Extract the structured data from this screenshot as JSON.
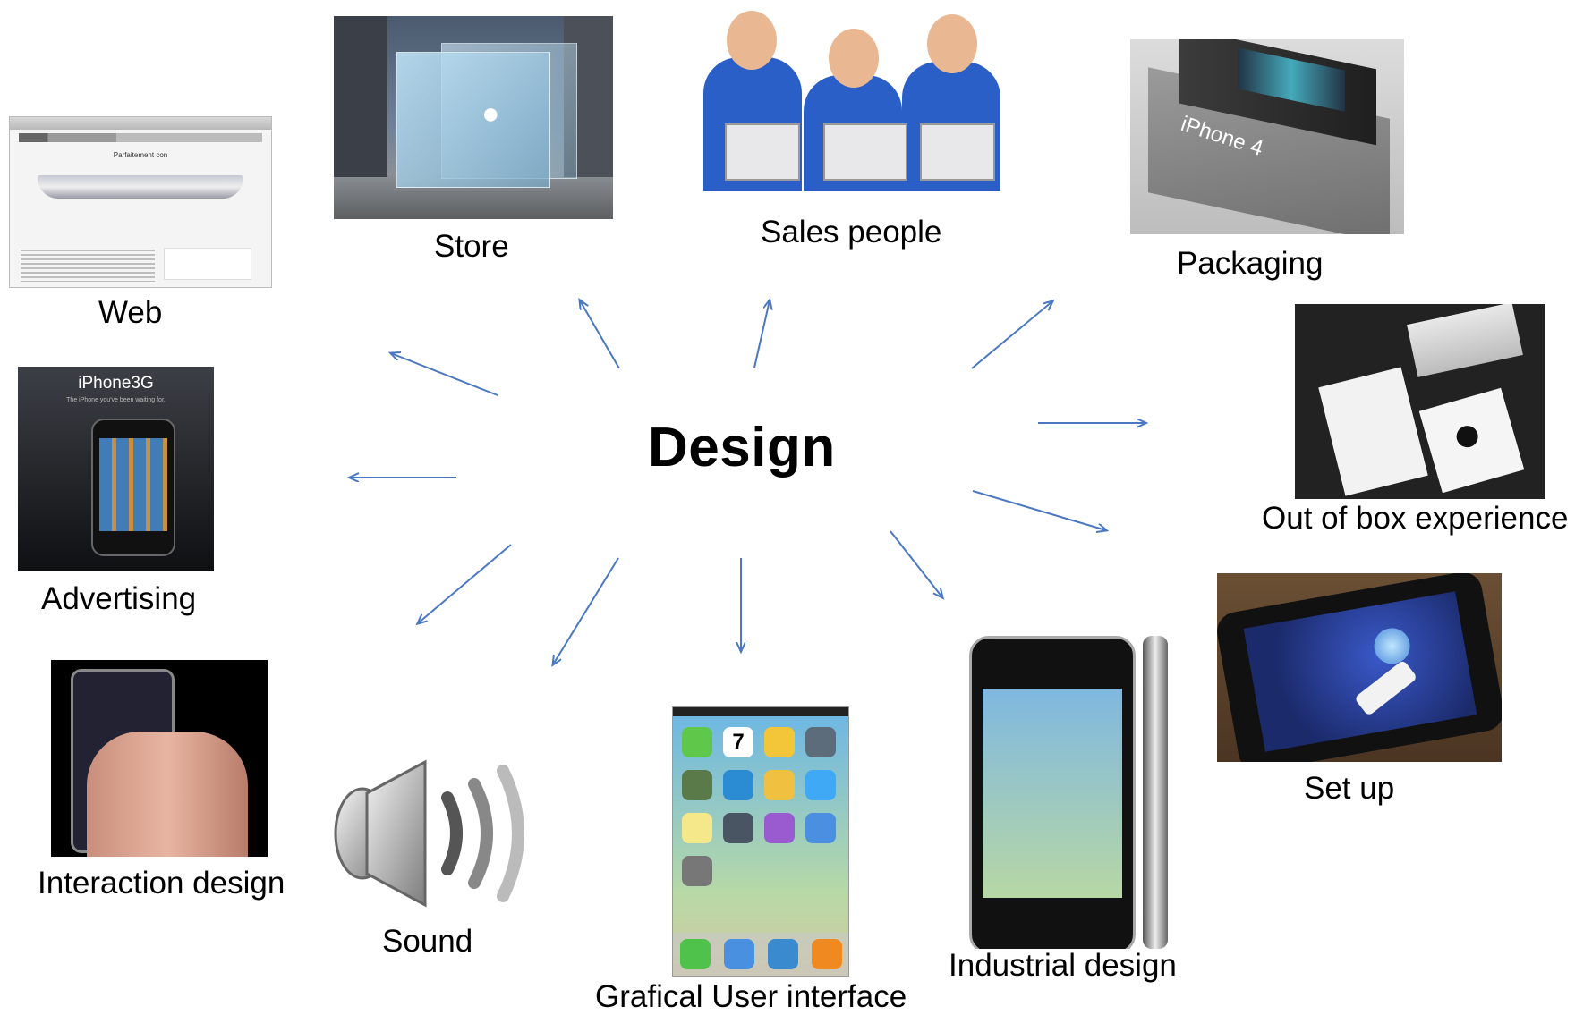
{
  "diagram": {
    "center": "Design",
    "nodes": {
      "web": "Web",
      "store": "Store",
      "sales": "Sales people",
      "packaging": "Packaging",
      "out_of_box": "Out of box experience",
      "advertising": "Advertising",
      "interaction": "Interaction design",
      "sound": "Sound",
      "gui": "Grafical User interface",
      "industrial": "Industrial design",
      "setup": "Set up"
    }
  },
  "images": {
    "web": {
      "heading": "Parfaitement con"
    },
    "advertising": {
      "brand": "iPhone3G",
      "tagline": "The iPhone you've been waiting for."
    },
    "packaging": {
      "product": "iPhone 4"
    },
    "gui": {
      "calendar_day": "7"
    }
  },
  "colors": {
    "arrow": "#4a78c2",
    "shirt": "#2a5fc7"
  }
}
